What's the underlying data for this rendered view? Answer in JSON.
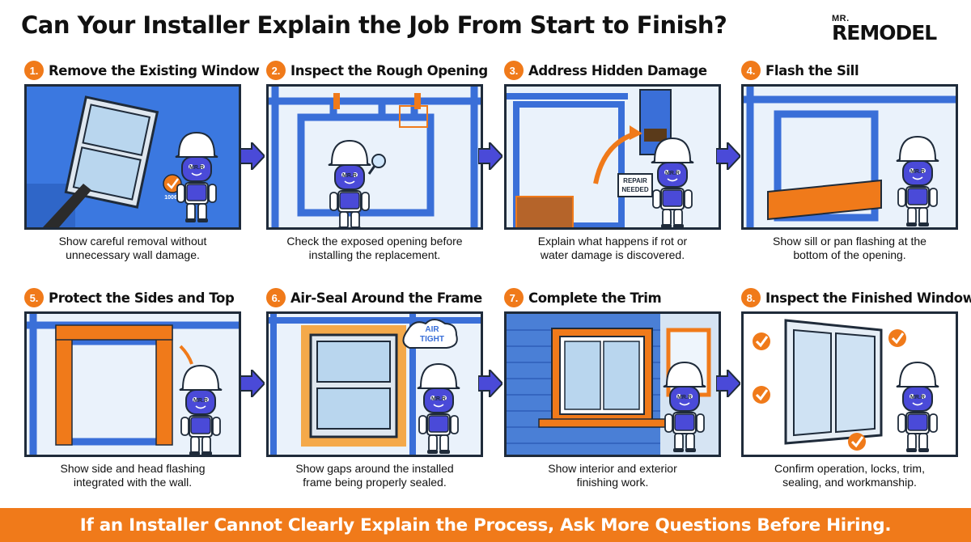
{
  "header": {
    "title": "Can Your Installer Explain the Job From Start to Finish?",
    "logo_small": "MR.",
    "logo_big": "REMODEL"
  },
  "colors": {
    "accent": "#f07a1a",
    "frame_blue": "#3a6fd8",
    "robot_face": "#4a4ad8",
    "outline": "#1f2b3a"
  },
  "robot_label": "MR.R",
  "steps": [
    {
      "number": "1.",
      "title": "Remove the Existing Window",
      "caption_line1": "Show careful removal without",
      "caption_line2": "unnecessary wall damage.",
      "icon": "window-removal-illustration",
      "tag": "10068"
    },
    {
      "number": "2.",
      "title": "Inspect the Rough Opening",
      "caption_line1": "Check the exposed opening before",
      "caption_line2": "installing the replacement.",
      "icon": "rough-opening-illustration"
    },
    {
      "number": "3.",
      "title": "Address Hidden Damage",
      "caption_line1": "Explain what happens if rot or",
      "caption_line2": "water damage is discovered.",
      "icon": "hidden-damage-illustration",
      "sign_line1": "REPAIR",
      "sign_line2": "NEEDED"
    },
    {
      "number": "4.",
      "title": "Flash the Sill",
      "caption_line1": "Show sill or pan flashing at the",
      "caption_line2": "bottom of the opening.",
      "icon": "sill-flashing-illustration"
    },
    {
      "number": "5.",
      "title": "Protect the Sides and Top",
      "caption_line1": "Show side and head flashing",
      "caption_line2": "integrated with the wall.",
      "icon": "side-head-flashing-illustration"
    },
    {
      "number": "6.",
      "title": "Air-Seal Around the Frame",
      "caption_line1": "Show gaps around the installed",
      "caption_line2": "frame being properly sealed.",
      "icon": "air-seal-illustration",
      "cloud_line1": "AIR",
      "cloud_line2": "TIGHT"
    },
    {
      "number": "7.",
      "title": "Complete the Trim",
      "caption_line1": "Show interior and exterior",
      "caption_line2": "finishing work.",
      "icon": "trim-illustration"
    },
    {
      "number": "8.",
      "title": "Inspect the Finished Window",
      "caption_line1": "Confirm operation, locks, trim,",
      "caption_line2": "sealing, and workmanship.",
      "icon": "finished-window-illustration"
    }
  ],
  "footer": {
    "text": "If an Installer Cannot Clearly Explain the Process, Ask More Questions Before Hiring."
  }
}
